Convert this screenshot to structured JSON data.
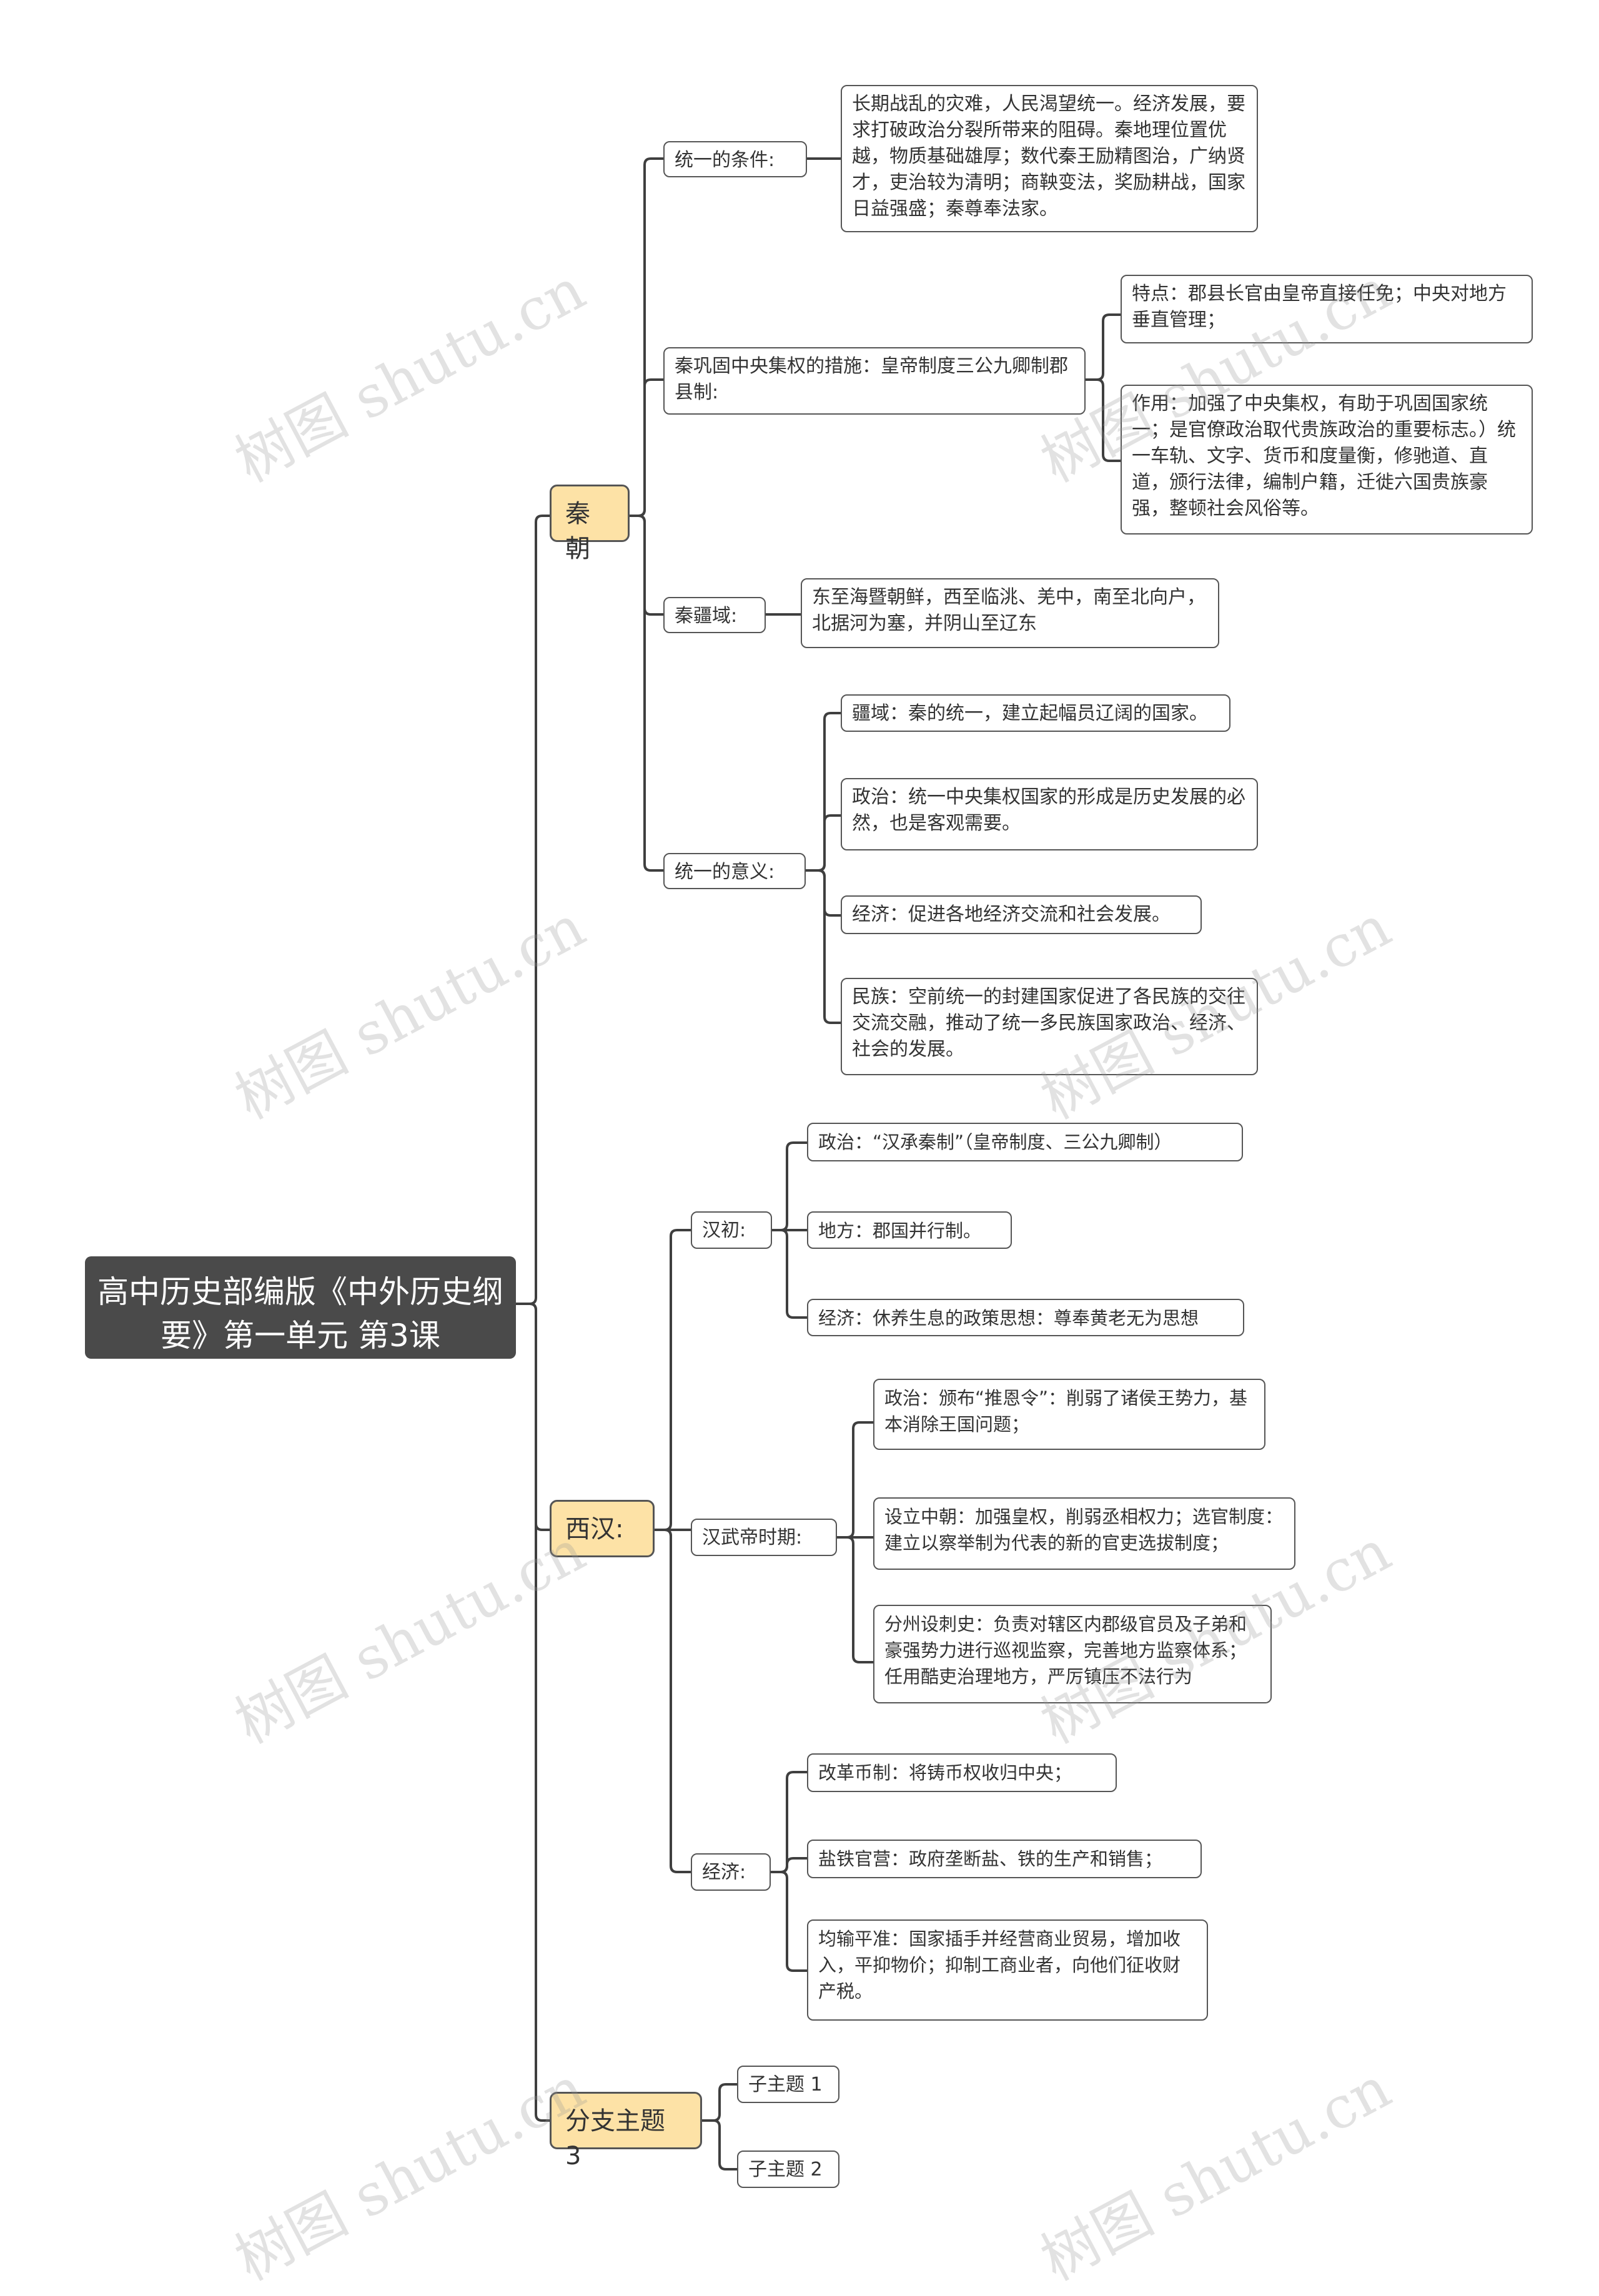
{
  "root": "高中历史部编版《中外历史纲要》第一单元 第3课",
  "watermark": "树图 shutu.cn",
  "qin": {
    "label": "秦朝",
    "conditions": {
      "label": "统一的条件:",
      "text": "长期战乱的灾难，人民渴望统一。经济发展，要求打破政治分裂所带来的阻碍。秦地理位置优越，物质基础雄厚；数代秦王励精图治，广纳贤才，吏治较为清明；商鞅变法，奖励耕战，国家日益强盛；秦尊奉法家。"
    },
    "measures": {
      "label": "秦巩固中央集权的措施：皇帝制度三公九卿制郡县制:",
      "feature": "特点：郡县长官由皇帝直接任免；中央对地方垂直管理；",
      "effect": "作用：加强了中央集权，有助于巩固国家统一；是官僚政治取代贵族政治的重要标志。）统一车轨、文字、货币和度量衡，修驰道、直道，颁行法律，编制户籍，迁徙六国贵族豪强，整顿社会风俗等。"
    },
    "territory": {
      "label": "秦疆域:",
      "text": "东至海暨朝鲜，西至临洮、羌中，南至北向户，北据河为塞，并阴山至辽东"
    },
    "significance": {
      "label": "统一的意义:",
      "items": [
        "疆域：秦的统一，建立起幅员辽阔的国家。",
        "政治：统一中央集权国家的形成是历史发展的必然，也是客观需要。",
        "经济：促进各地经济交流和社会发展。",
        "民族：空前统一的封建国家促进了各民族的交往交流交融，推动了统一多民族国家政治、经济、社会的发展。"
      ]
    }
  },
  "han": {
    "label": "西汉:",
    "early": {
      "label": "汉初:",
      "items": [
        "政治：“汉承秦制”（皇帝制度、三公九卿制）",
        "地方：郡国并行制。",
        "经济：休养生息的政策思想：尊奉黄老无为思想"
      ]
    },
    "wudi": {
      "label": "汉武帝时期:",
      "items": [
        "政治：颁布“推恩令”：削弱了诸侯王势力，基本消除王国问题；",
        "设立中朝：加强皇权，削弱丞相权力；选官制度：建立以察举制为代表的新的官吏选拔制度；",
        "分州设刺史：负责对辖区内郡级官员及子弟和豪强势力进行巡视监察，完善地方监察体系；任用酷吏治理地方，严厉镇压不法行为"
      ]
    },
    "economy": {
      "label": "经济:",
      "items": [
        "改革币制：将铸币权收归中央；",
        "盐铁官营：政府垄断盐、铁的生产和销售；",
        "均输平准：国家插手并经营商业贸易，增加收入，平抑物价；抑制工商业者，向他们征收财产税。"
      ]
    }
  },
  "branch3": {
    "label": "分支主题 3",
    "items": [
      "子主题 1",
      "子主题 2"
    ]
  }
}
